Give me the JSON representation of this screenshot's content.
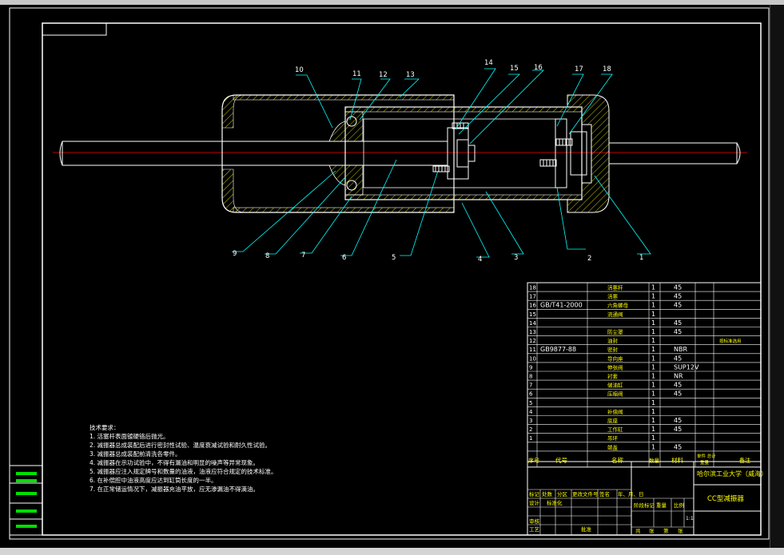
{
  "balloons": [
    "1",
    "2",
    "3",
    "4",
    "5",
    "6",
    "7",
    "8",
    "9",
    "10",
    "11",
    "12",
    "13",
    "14",
    "15",
    "16",
    "17",
    "18"
  ],
  "bom": [
    {
      "no": "18",
      "code": "",
      "name": "活塞杆",
      "qty": "1",
      "mat": "45",
      "note": ""
    },
    {
      "no": "17",
      "code": "",
      "name": "活塞",
      "qty": "1",
      "mat": "45",
      "note": ""
    },
    {
      "no": "16",
      "code": "GB/T41-2000",
      "name": "六角螺母",
      "qty": "1",
      "mat": "45",
      "note": ""
    },
    {
      "no": "15",
      "code": "",
      "name": "流通阀",
      "qty": "1",
      "mat": "",
      "note": ""
    },
    {
      "no": "14",
      "code": "",
      "name": "",
      "qty": "1",
      "mat": "45",
      "note": ""
    },
    {
      "no": "13",
      "code": "",
      "name": "防尘罩",
      "qty": "1",
      "mat": "45",
      "note": ""
    },
    {
      "no": "12",
      "code": "",
      "name": "油封",
      "qty": "1",
      "mat": "",
      "note": "按标准选用"
    },
    {
      "no": "11",
      "code": "GB9877-88",
      "name": "密封",
      "qty": "1",
      "mat": "NBR",
      "note": ""
    },
    {
      "no": "10",
      "code": "",
      "name": "导向座",
      "qty": "1",
      "mat": "45",
      "note": ""
    },
    {
      "no": "9",
      "code": "",
      "name": "伸张阀",
      "qty": "1",
      "mat": "SUP12V",
      "note": ""
    },
    {
      "no": "8",
      "code": "",
      "name": "衬套",
      "qty": "1",
      "mat": "NR",
      "note": ""
    },
    {
      "no": "7",
      "code": "",
      "name": "储油缸",
      "qty": "1",
      "mat": "45",
      "note": ""
    },
    {
      "no": "6",
      "code": "",
      "name": "压缩阀",
      "qty": "1",
      "mat": "45",
      "note": ""
    },
    {
      "no": "5",
      "code": "",
      "name": "",
      "qty": "1",
      "mat": "",
      "note": ""
    },
    {
      "no": "4",
      "code": "",
      "name": "补偿阀",
      "qty": "1",
      "mat": "",
      "note": ""
    },
    {
      "no": "3",
      "code": "",
      "name": "底座",
      "qty": "1",
      "mat": "45",
      "note": ""
    },
    {
      "no": "2",
      "code": "",
      "name": "工作缸",
      "qty": "1",
      "mat": "45",
      "note": ""
    },
    {
      "no": "1",
      "code": "",
      "name": "吊环",
      "qty": "1",
      "mat": "",
      "note": ""
    },
    {
      "no": "",
      "code": "",
      "name": "端盖",
      "qty": "1",
      "mat": "45",
      "note": ""
    }
  ],
  "bom_header": {
    "no": "序号",
    "code": "代号",
    "name": "名称",
    "qty": "数量",
    "mat": "材料",
    "note": "备注",
    "unit": "单件 总计",
    "weight": "重量"
  },
  "title_block": {
    "school": "哈尔滨工业大学（威海）",
    "drawing_name": "CC型减振器",
    "labels": [
      "标记",
      "处数",
      "分区",
      "更改文件号",
      "签名",
      "年、月、日",
      "设计",
      "标准化",
      "审核",
      "工艺",
      "批准",
      "阶段标记",
      "重量",
      "比例",
      "共",
      "张",
      "第",
      "张"
    ],
    "scale": "1:1"
  },
  "notes": [
    "技术要求：",
    "1. 活塞杆表面镀硬铬后抛光。",
    "2. 减振器总成装配后进行密封性试验、温度衰减试验和耐久性试验。",
    "3. 减振器总成装配前清洗各零件。",
    "4. 减振器在示功试验中，不得有漏油和明显的噪声等异常现象。",
    "5. 减振器应注入规定牌号和数量的油液，油液应符合规定的技术标准。",
    "6. 在补偿腔中油液高度应达到缸筒长度的一半。",
    "7. 在正常储运情况下，减振器充油平放，应无渗漏油不得滴油。"
  ],
  "colors": {
    "line": "#ffffff",
    "hatch": "#ffff00",
    "center": "#ff0000",
    "leader": "#00ffff",
    "green": "#00e000"
  }
}
